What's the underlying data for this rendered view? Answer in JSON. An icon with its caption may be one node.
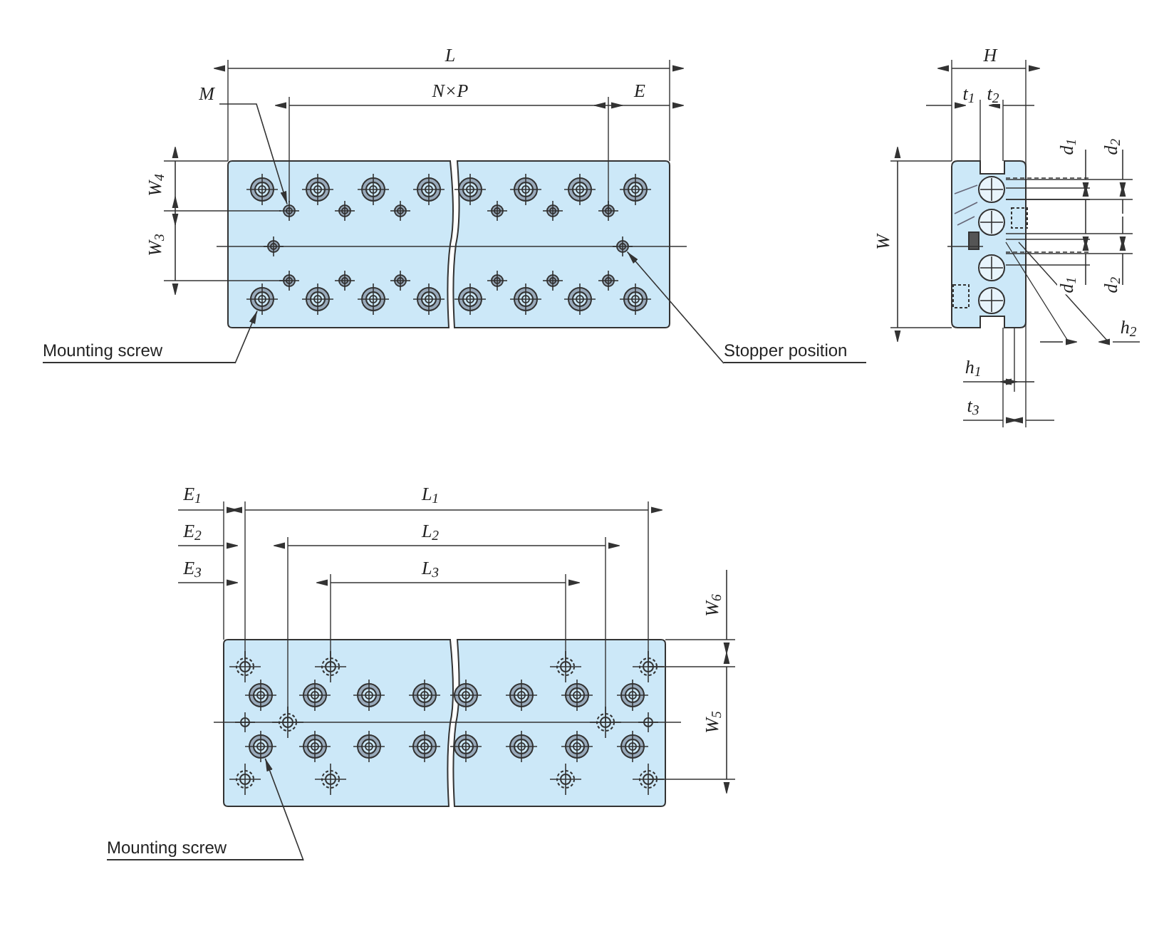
{
  "diagram": {
    "nodes": [
      {
        "text": [
          "M"
        ]
      },
      {
        "text": [],
        "shape": "circle"
      },
      {
        "text": [
          "Mounting screw"
        ]
      },
      {
        "text": [],
        "shape": "circle"
      },
      {
        "text": [
          "Stopper position"
        ]
      },
      {
        "text": [],
        "shape": "circle"
      },
      {
        "text": [
          "Mounting screw"
        ]
      },
      {
        "text": [],
        "shape": "circle"
      }
    ],
    "edges": [
      {
        "from": 0,
        "to": 1,
        "arrow": "to"
      },
      {
        "from": 2,
        "to": 3,
        "arrow": "to"
      },
      {
        "from": 4,
        "to": 5,
        "arrow": "to"
      },
      {
        "from": 6,
        "to": 7,
        "arrow": "to"
      }
    ],
    "labels": [
      "L",
      "N×P",
      "E",
      "W$_{4}$",
      "W$_{3}$",
      "H",
      "t$_{1}$",
      "t$_{2}$",
      "W",
      "d$_{1}$",
      "d$_{2}$",
      "d$_{1}$",
      "d$_{2}$",
      "h$_{2}$",
      "h$_{1}$",
      "t$_{3}$",
      "E$_{1}$",
      "L$_{1}$",
      "E$_{2}$",
      "L$_{2}$",
      "E$_{3}$",
      "L$_{3}$",
      "W$_{6}$",
      "W$_{5}$"
    ]
  }
}
